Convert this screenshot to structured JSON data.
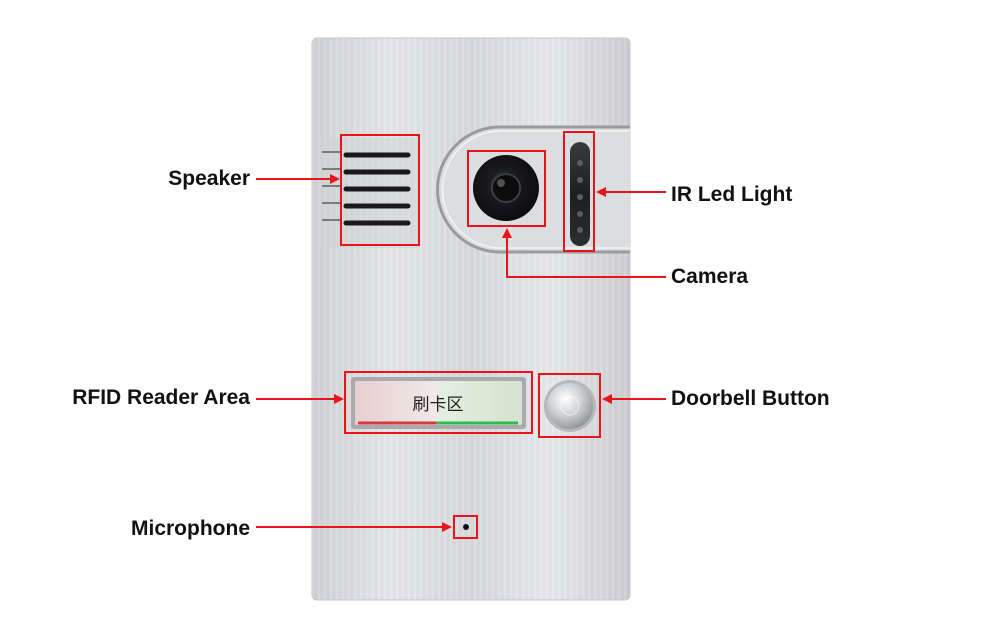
{
  "diagram": {
    "rfid_panel_text": "刷卡区",
    "callouts": {
      "speaker": "Speaker",
      "ir_led": "IR Led Light",
      "camera": "Camera",
      "rfid": "RFID Reader Area",
      "doorbell": "Doorbell Button",
      "microphone": "Microphone"
    }
  },
  "colors": {
    "callout": "#e8141c",
    "panel": "#d9dadc",
    "label_text": "#111111"
  }
}
